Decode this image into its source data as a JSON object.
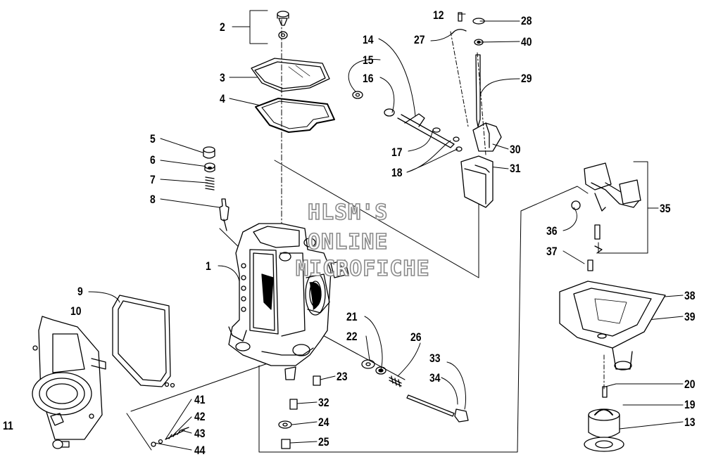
{
  "diagram": {
    "callouts": [
      {
        "id": "c2",
        "text": "2"
      },
      {
        "id": "c3",
        "text": "3"
      },
      {
        "id": "c4",
        "text": "4"
      },
      {
        "id": "c5",
        "text": "5"
      },
      {
        "id": "c6",
        "text": "6"
      },
      {
        "id": "c7",
        "text": "7"
      },
      {
        "id": "c8",
        "text": "8"
      },
      {
        "id": "c1",
        "text": "1"
      },
      {
        "id": "c9",
        "text": "9"
      },
      {
        "id": "c10",
        "text": "10"
      },
      {
        "id": "c11",
        "text": "11"
      },
      {
        "id": "c12",
        "text": "12"
      },
      {
        "id": "c27",
        "text": "27"
      },
      {
        "id": "c14",
        "text": "14"
      },
      {
        "id": "c15",
        "text": "15"
      },
      {
        "id": "c16",
        "text": "16"
      },
      {
        "id": "c17",
        "text": "17"
      },
      {
        "id": "c18",
        "text": "18"
      },
      {
        "id": "c28",
        "text": "28"
      },
      {
        "id": "c40",
        "text": "40"
      },
      {
        "id": "c29",
        "text": "29"
      },
      {
        "id": "c30",
        "text": "30"
      },
      {
        "id": "c31",
        "text": "31"
      },
      {
        "id": "c35",
        "text": "35"
      },
      {
        "id": "c36",
        "text": "36"
      },
      {
        "id": "c37",
        "text": "37"
      },
      {
        "id": "c38",
        "text": "38"
      },
      {
        "id": "c39",
        "text": "39"
      },
      {
        "id": "c20",
        "text": "20"
      },
      {
        "id": "c19",
        "text": "19"
      },
      {
        "id": "c13",
        "text": "13"
      },
      {
        "id": "c21",
        "text": "21"
      },
      {
        "id": "c22",
        "text": "22"
      },
      {
        "id": "c26",
        "text": "26"
      },
      {
        "id": "c33",
        "text": "33"
      },
      {
        "id": "c34",
        "text": "34"
      },
      {
        "id": "c23",
        "text": "23"
      },
      {
        "id": "c32",
        "text": "32"
      },
      {
        "id": "c24",
        "text": "24"
      },
      {
        "id": "c25",
        "text": "25"
      },
      {
        "id": "c41",
        "text": "41"
      },
      {
        "id": "c42",
        "text": "42"
      },
      {
        "id": "c43",
        "text": "43"
      },
      {
        "id": "c44",
        "text": "44"
      }
    ]
  },
  "watermark": {
    "line1": "HLSM'S",
    "line2": "ONLINE",
    "line3": "MICROFICHE"
  }
}
